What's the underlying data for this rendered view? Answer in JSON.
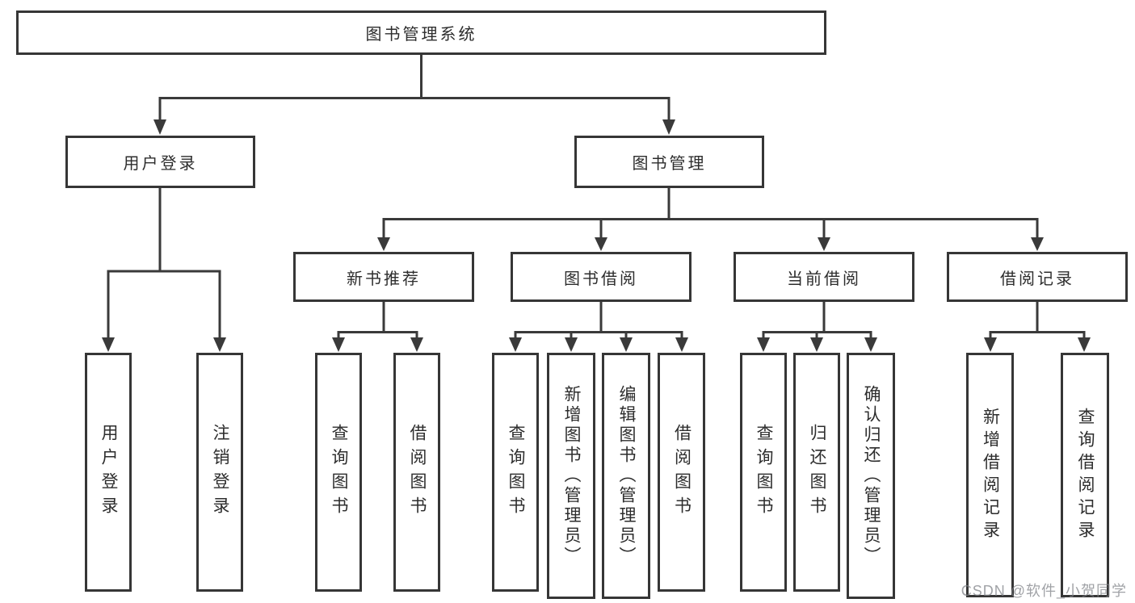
{
  "tree": {
    "root": {
      "label": "图书管理系统"
    },
    "user_login": {
      "label": "用户登录",
      "children": [
        "用户登录",
        "注销登录"
      ]
    },
    "book_mgmt": {
      "label": "图书管理"
    },
    "sections": [
      {
        "label": "新书推荐",
        "children": [
          "查询图书",
          "借阅图书"
        ]
      },
      {
        "label": "图书借阅",
        "children": [
          "查询图书",
          "新增图书（管理员）",
          "编辑图书（管理员）",
          "借阅图书"
        ]
      },
      {
        "label": "当前借阅",
        "children": [
          "查询图书",
          "归还图书",
          "确认归还（管理员）"
        ]
      },
      {
        "label": "借阅记录",
        "children": [
          "新增借阅记录",
          "查询借阅记录"
        ]
      }
    ]
  },
  "watermark": "CSDN @软件_小贺同学",
  "colors": {
    "line": "#3a3a3a",
    "border": "#363636",
    "text": "#2d2d2d",
    "watermark": "#888b90",
    "background": "#ffffff"
  }
}
